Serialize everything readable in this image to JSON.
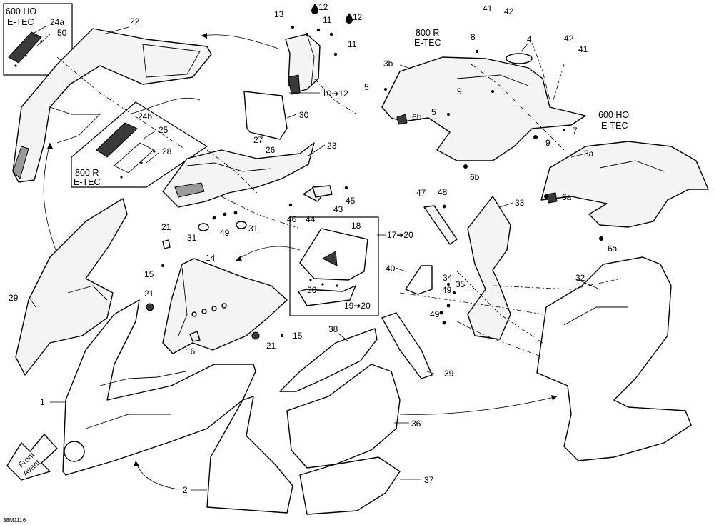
{
  "labels": {
    "l1": "1",
    "l2": "2",
    "l3a": "3a",
    "l3b": "3b",
    "l4": "4",
    "l5a": "5",
    "l5b": "5",
    "l6a1": "6a",
    "l6a2": "6a",
    "l6b1": "6b",
    "l6b2": "6b",
    "l7": "7",
    "l8": "8",
    "l9a": "9",
    "l9b": "9",
    "l11a": "11",
    "l11b": "11",
    "l12a": "12",
    "l12b": "12",
    "l10": "10➔12",
    "l13": "13",
    "l14": "14",
    "l15a": "15",
    "l15b": "15",
    "l16": "16",
    "l1720": "17➔20",
    "l18": "18",
    "l1920": "19➔20",
    "l20": "20",
    "l21a": "21",
    "l21b": "21",
    "l21c": "21",
    "l22": "22",
    "l23": "23",
    "l24a": "24a",
    "l24b": "24b",
    "l25": "25",
    "l26": "26",
    "l27": "27",
    "l28": "28",
    "l29": "29",
    "l30": "30",
    "l31a": "31",
    "l31b": "31",
    "l32": "32",
    "l33": "33",
    "l34": "34",
    "l35": "35",
    "l36": "36",
    "l37": "37",
    "l38": "38",
    "l39": "39",
    "l40": "40",
    "l41a": "41",
    "l41b": "41",
    "l42a": "42",
    "l42b": "42",
    "l43": "43",
    "l44": "44",
    "l45": "45",
    "l46": "46",
    "l47": "47",
    "l48": "48",
    "l49a": "49",
    "l49b": "49",
    "l49c": "49",
    "l50": "50"
  },
  "notes": {
    "ho600_top": "600 HO",
    "etec_top": "E-TEC",
    "r800_top": "800 R",
    "etec_800_top": "E-TEC",
    "ho600_right": "600 HO",
    "etec_right": "E-TEC",
    "r800_left": "800 R",
    "etec_800_left": "E-TEC"
  },
  "front_arrow": {
    "line1": "Front",
    "line2": "Avant"
  },
  "reference": "38M1116"
}
